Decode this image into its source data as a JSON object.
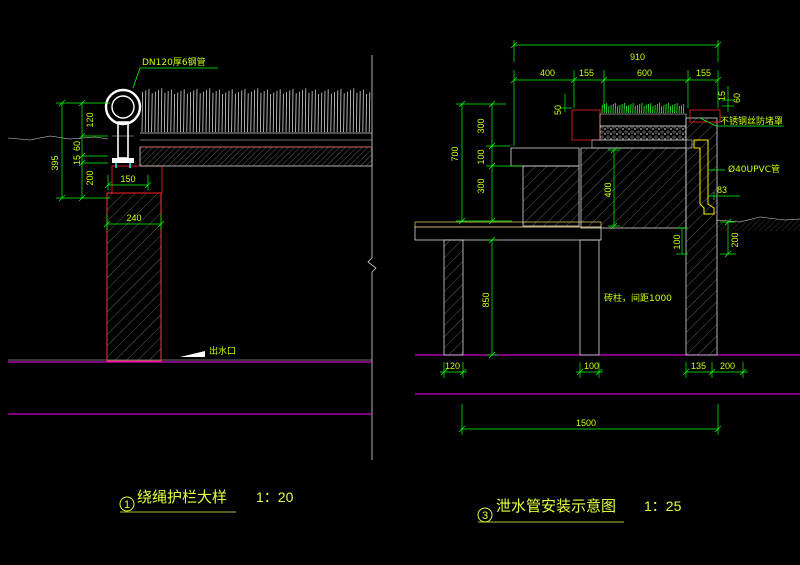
{
  "colors": {
    "background": "#000000",
    "line_white": "#d8d8d8",
    "dimension_green": "#00ff00",
    "text_yellow": "#c8ff00",
    "ground_magenta": "#ff00ff",
    "section_red": "#ff2020"
  },
  "detail1": {
    "number": "1",
    "title": "绕绳护栏大样",
    "scale": "1：20",
    "note_pipe": "DN120厚6钢管",
    "outlet_note": "出水口",
    "dims": {
      "total_height": "395",
      "upper_120": "120",
      "upper_60": "60",
      "mid_15": "15",
      "lower_200": "200",
      "cap_width": "150",
      "wall_width": "240"
    }
  },
  "detail3": {
    "number": "3",
    "title": "泄水管安装示意图",
    "scale": "1：25",
    "note_cover": "不锈钢丝防堵罩",
    "note_pipe": "Ø40UPVC管",
    "note_column": "砖柱，间距1000",
    "dims": {
      "top_total": "910",
      "top_400": "400",
      "top_155a": "155",
      "top_600": "600",
      "top_155b": "155",
      "right_15": "15",
      "right_60": "60",
      "left_50": "50",
      "left_300a": "300",
      "left_100": "100",
      "left_300b": "300",
      "left_700": "700",
      "mid_400": "400",
      "mid_100": "100",
      "pipe_83": "83",
      "right_200": "200",
      "col_850": "850",
      "bottom_120": "120",
      "bottom_135": "135",
      "bottom_200": "200",
      "bottom_1500": "1500"
    }
  }
}
